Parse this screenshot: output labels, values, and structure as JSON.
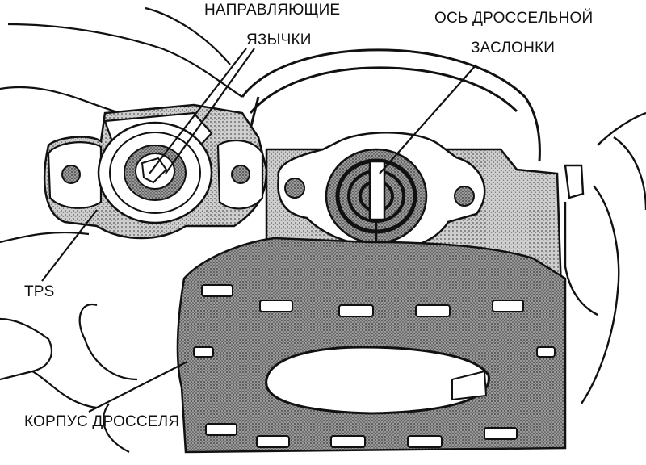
{
  "labels": {
    "guide_tabs_line1": "НАПРАВЛЯЮЩИЕ",
    "guide_tabs_line2": "ЯЗЫЧКИ",
    "throttle_shaft_line1": "ОСЬ ДРОССЕЛЬНОЙ",
    "throttle_shaft_line2": "ЗАСЛОНКИ",
    "tps": "TPS",
    "throttle_body": "КОРПУС ДРОССЕЛЯ"
  }
}
